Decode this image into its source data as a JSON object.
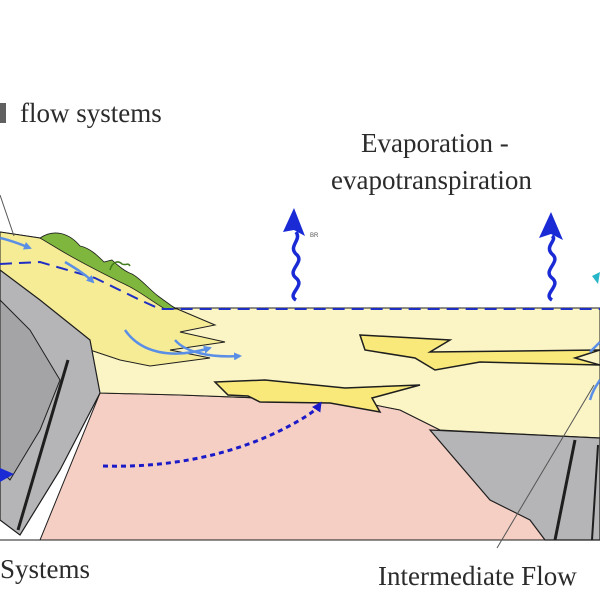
{
  "labels": {
    "local_flow": "flow systems",
    "evaporation_line1": "Evaporation -",
    "evaporation_line2": "evapotranspiration",
    "regional_flow": "Systems",
    "intermediate_flow": "Intermediate Flow",
    "evap_mark": "BR"
  },
  "colors": {
    "sediment": "#fbf4c4",
    "sediment_dark": "#f6ec96",
    "lens": "#f8e97a",
    "basement": "#f5cfc4",
    "rock": "#b5b5b7",
    "vegetation": "#7fb63d",
    "water_table": "#1f2fc4",
    "evap_arrow": "#1a2bd6",
    "local_arrow": "#5b8fe6",
    "regional_arrow": "#1a1ac8",
    "outline": "#1e1e1e",
    "text": "#2b2b2b"
  },
  "icons": [
    "evaporation-arrow-icon",
    "flow-arrow-icon"
  ]
}
